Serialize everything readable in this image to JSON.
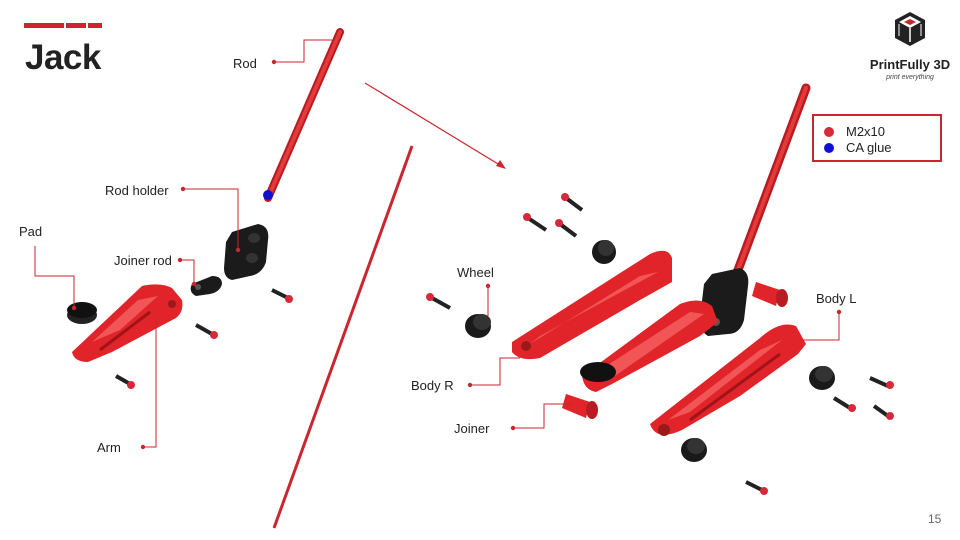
{
  "slide": {
    "title": "Jack",
    "page_number": "15"
  },
  "brand": {
    "name": "PrintFully 3D",
    "tagline": "print everything",
    "icon": "cube-icon"
  },
  "legend": {
    "items": [
      {
        "label": "M2x10",
        "color": "#d42a3a"
      },
      {
        "label": "CA glue",
        "color": "#1010d0"
      }
    ]
  },
  "labels": {
    "rod": "Rod",
    "rod_holder": "Rod holder",
    "pad": "Pad",
    "joiner_rod": "Joiner rod",
    "arm": "Arm",
    "wheel": "Wheel",
    "body_l": "Body L",
    "body_r": "Body R",
    "joiner": "Joiner"
  },
  "colors": {
    "accent": "#c9262f",
    "part_red": "#e0242a",
    "part_dark": "#1e1e1e",
    "leader": "#c9262f"
  }
}
